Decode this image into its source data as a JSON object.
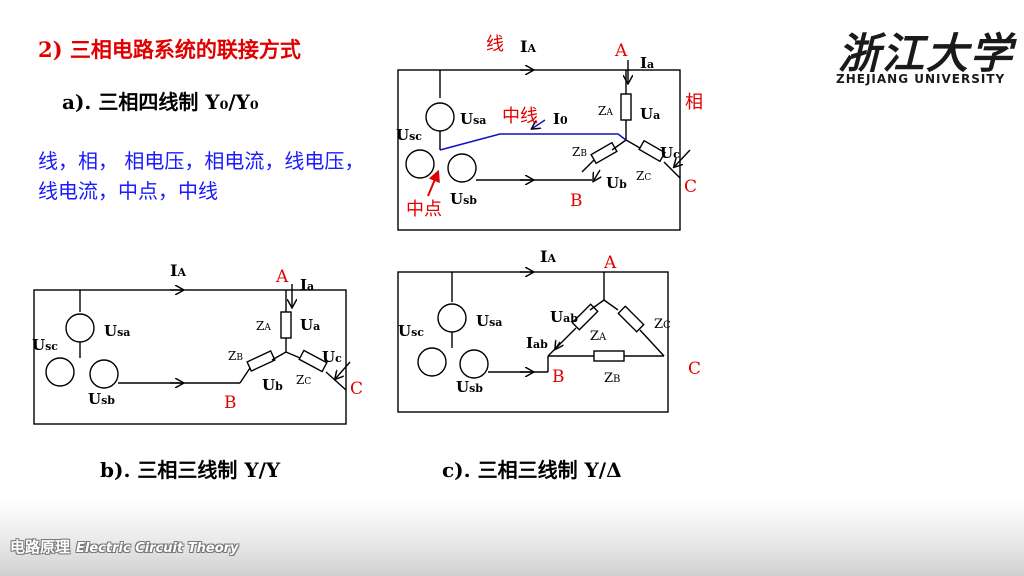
{
  "heading": "2) 三相电路系统的联接方式",
  "section_a": "a).  三相四线制   Y₀/Y₀",
  "terms": "线，相，  相电压，相电流，线电压，线电流，中点，中线",
  "caption_b": "b).  三相三线制   Y/Y",
  "caption_c": "c).  三相三线制   Y/Δ",
  "logo_cn": "浙江大学",
  "logo_en": "ZHEJIANG UNIVERSITY",
  "footer_cn": "电路原理",
  "footer_en": "Electric Circuit Theory",
  "diagram_top": {
    "line_label": "线",
    "neutral_label": "中线",
    "phase_label": "相",
    "neutral_point_label": "中点",
    "IA": "I",
    "IA_sub": "A",
    "Ia": "I",
    "Ia_sub": "a",
    "I0": "I",
    "I0_sub": "0",
    "node_A": "A",
    "node_B": "B",
    "node_C": "C",
    "Usa": "U",
    "Usa_sub": "sa",
    "Usb": "U",
    "Usb_sub": "sb",
    "Usc": "U",
    "Usc_sub": "sc",
    "Ua": "U",
    "Ua_sub": "a",
    "Ub": "U",
    "Ub_sub": "b",
    "Uc": "U",
    "Uc_sub": "c",
    "ZA": "Z",
    "ZA_sub": "A",
    "ZB": "Z",
    "ZB_sub": "B",
    "ZC": "Z",
    "ZC_sub": "C"
  },
  "diagram_b": {
    "IA": "I",
    "IA_sub": "A",
    "Ia": "I",
    "Ia_sub": "a",
    "node_A": "A",
    "node_B": "B",
    "node_C": "C",
    "Usa": "U",
    "Usa_sub": "sa",
    "Usb": "U",
    "Usb_sub": "sb",
    "Usc": "U",
    "Usc_sub": "sc",
    "Ua": "U",
    "Ua_sub": "a",
    "Ub": "U",
    "Ub_sub": "b",
    "Uc": "U",
    "Uc_sub": "c",
    "ZA": "Z",
    "ZA_sub": "A",
    "ZB": "Z",
    "ZB_sub": "B",
    "ZC": "Z",
    "ZC_sub": "C"
  },
  "diagram_c": {
    "IA": "I",
    "IA_sub": "A",
    "Iab": "I",
    "Iab_sub": "ab",
    "node_A": "A",
    "node_B": "B",
    "node_C": "C",
    "Usa": "U",
    "Usa_sub": "sa",
    "Usb": "U",
    "Usb_sub": "sb",
    "Usc": "U",
    "Usc_sub": "sc",
    "Uab": "U",
    "Uab_sub": "ab",
    "ZA": "Z",
    "ZA_sub": "A",
    "ZB": "Z",
    "ZB_sub": "B",
    "ZC": "Z",
    "ZC_sub": "C"
  },
  "colors": {
    "heading": "#e00000",
    "terms": "#1a1aff",
    "node_labels": "#e00000",
    "neutral_wire": "#1010c0"
  }
}
